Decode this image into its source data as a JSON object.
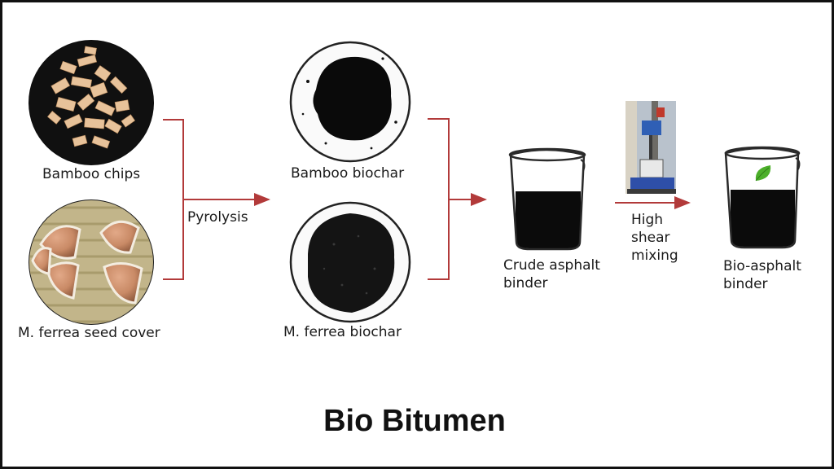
{
  "diagram": {
    "title": "Bio Bitumen",
    "feedstocks": [
      {
        "label": "Bamboo chips",
        "icon": "bamboo-chips-image"
      },
      {
        "label": "M. ferrea seed cover",
        "icon": "seed-cover-image"
      }
    ],
    "process_1": "Pyrolysis",
    "biochars": [
      {
        "label": "Bamboo biochar",
        "icon": "bamboo-biochar-image"
      },
      {
        "label": "M. ferrea biochar",
        "icon": "ferrea-biochar-image"
      }
    ],
    "crude_binder": "Crude asphalt\nbinder",
    "process_2": "High\nshear\nmixing",
    "product": "Bio-asphalt\nbinder",
    "colors": {
      "arrow": "#b23a3a",
      "frame": "#111111",
      "binder": "#0b0b0b",
      "leaf": "#4caf2a"
    }
  }
}
